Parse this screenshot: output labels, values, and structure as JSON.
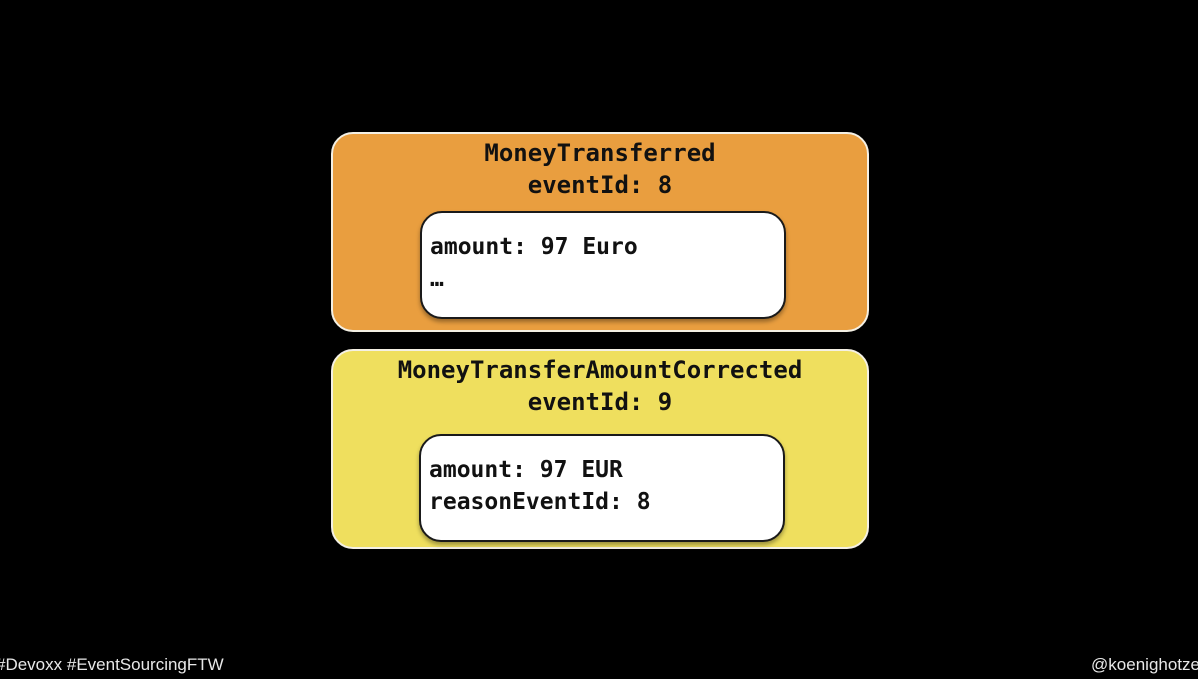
{
  "events": [
    {
      "name": "MoneyTransferred",
      "event_id_label": "eventId: 8",
      "payload_lines": [
        "amount: 97 Euro",
        "…"
      ],
      "color": "#e99e3f"
    },
    {
      "name": "MoneyTransferAmountCorrected",
      "event_id_label": "eventId: 9",
      "payload_lines": [
        "amount: 97 EUR",
        "reasonEventId: 8"
      ],
      "color": "#efdf5e"
    }
  ],
  "footer": {
    "hashtags": "#Devoxx #EventSourcingFTW",
    "handle": "@koenighotze"
  },
  "colors": {
    "background": "#000000",
    "payload_box": "#ffffff"
  }
}
